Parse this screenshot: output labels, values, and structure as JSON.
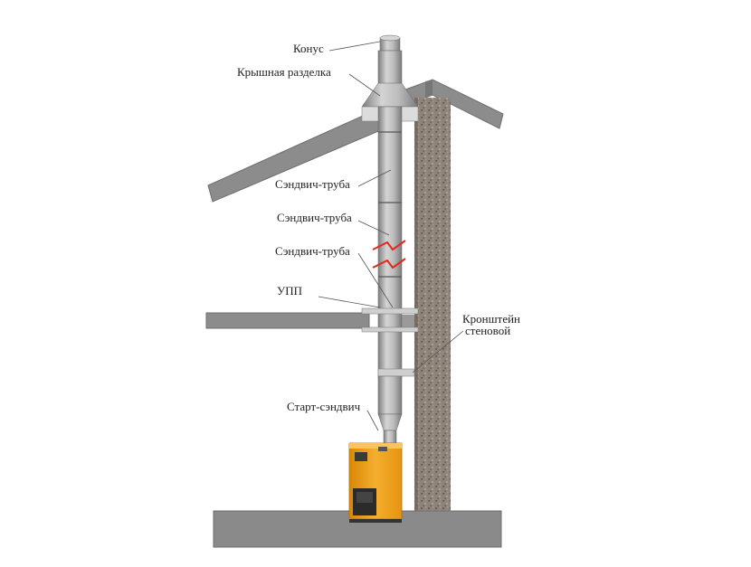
{
  "labels": {
    "cone": "Конус",
    "roof_cut": "Крышная разделка",
    "sandwich_pipe_1": "Сэндвич-труба",
    "sandwich_pipe_2": "Сэндвич-труба",
    "sandwich_pipe_3": "Сэндвич-труба",
    "upp": "УПП",
    "bracket_line1": "Кронштейн",
    "bracket_line2": "стеновой",
    "start_sandwich": "Старт-сэндвич"
  },
  "colors": {
    "structure_gray": "#8c8c8c",
    "structure_dark": "#6e6e6e",
    "pipe_light": "#c9c9c9",
    "pipe_mid": "#a3a3a3",
    "pipe_dark": "#7d7d7d",
    "wall_texture": "#8a7f74",
    "boiler_orange": "#f2a21b",
    "boiler_dark": "#2b2b2b",
    "break_mark": "#e0281f"
  }
}
